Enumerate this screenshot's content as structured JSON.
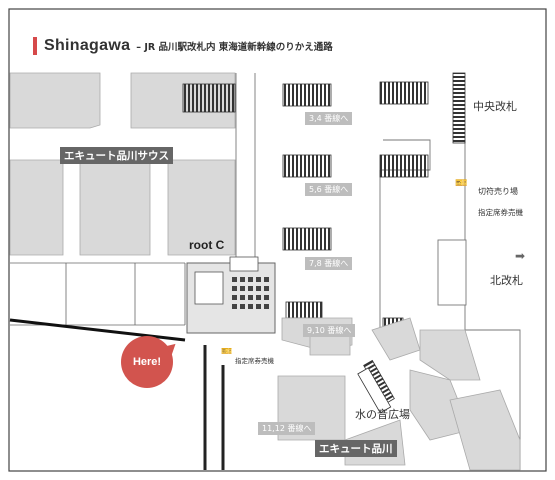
{
  "title": {
    "main": "Shinagawa",
    "sub": "– JR 品川駅改札内 東海道新幹線のりかえ通路",
    "accent_color": "#d6494a"
  },
  "platforms": [
    {
      "label": "3,4 番線へ"
    },
    {
      "label": "5,6 番線へ"
    },
    {
      "label": "7,8 番線へ"
    },
    {
      "label": "9,10 番線へ"
    },
    {
      "label": "11,12 番線へ"
    }
  ],
  "gates": {
    "central": "中央改札",
    "north": "北改札"
  },
  "ticket": {
    "transfer_machine": "切符売り場",
    "reserved_seat_machine_right": "指定席券売機",
    "reserved_seat_machine_left": "指定席券売機"
  },
  "shops": {
    "ecute_south": "エキュート品川サウス",
    "ecute": "エキュート品川",
    "root_c": "root C"
  },
  "plaza": "水の音広場",
  "here": "Here!",
  "icons": {
    "north_gate_arrow": "arrow-right-icon",
    "ticket_machine": "ticket-icon"
  }
}
